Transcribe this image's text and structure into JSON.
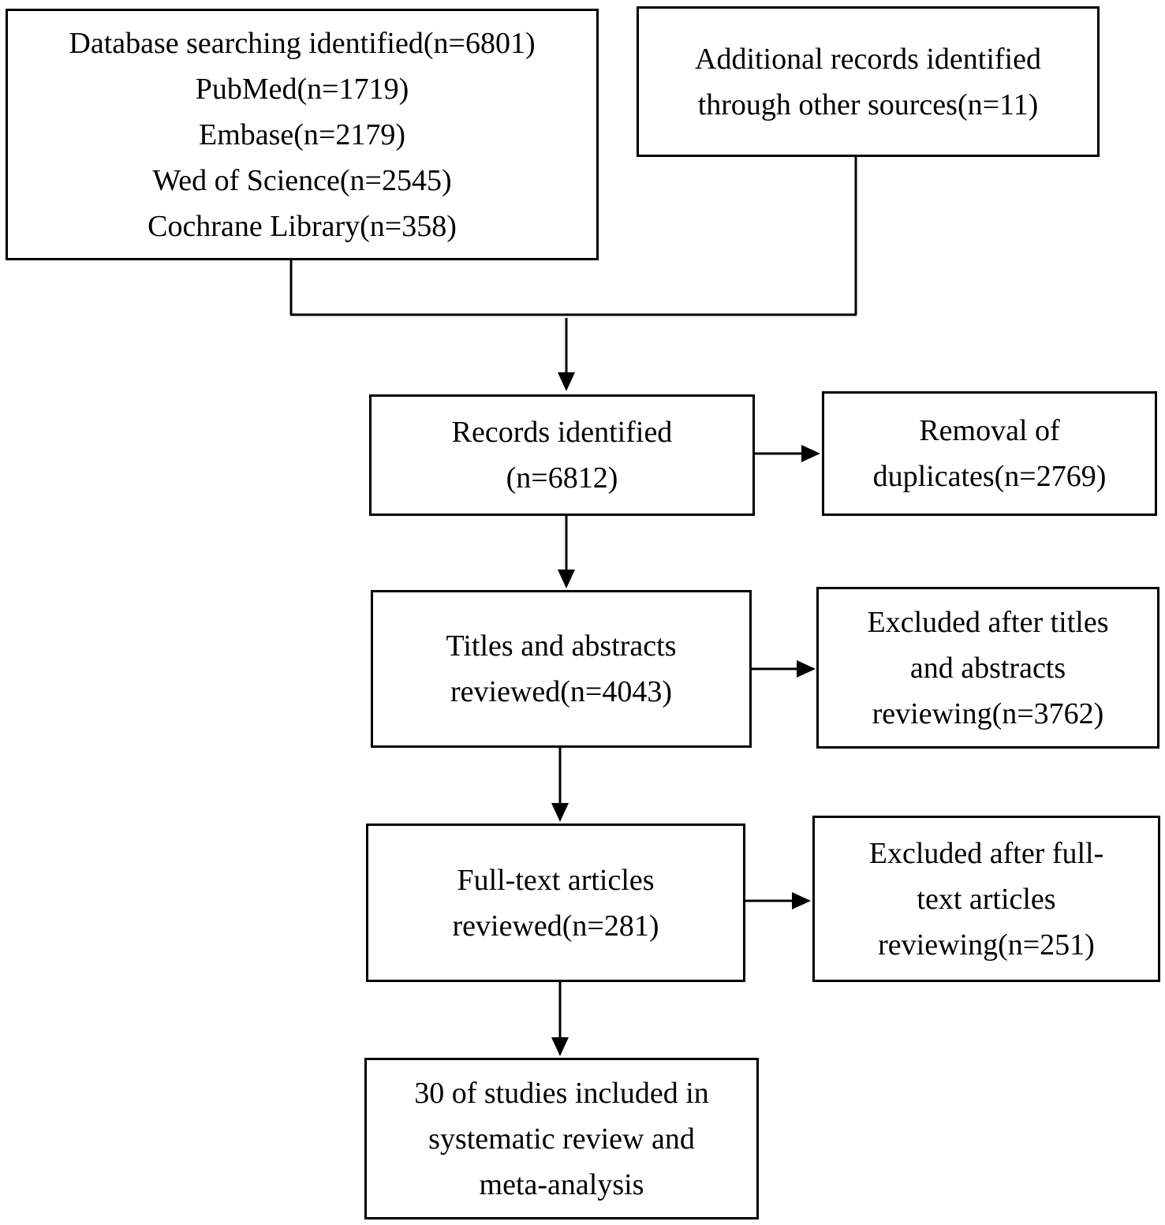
{
  "boxes": {
    "database": {
      "lines": [
        "Database searching identified(n=6801)",
        "PubMed(n=1719)",
        "Embase(n=2179)",
        "Wed of Science(n=2545)",
        "Cochrane Library(n=358)"
      ]
    },
    "additional": {
      "lines": [
        "Additional records identified",
        "through other sources(n=11)"
      ]
    },
    "records": {
      "lines": [
        "Records identified",
        "(n=6812)"
      ]
    },
    "duplicates": {
      "lines": [
        "Removal of",
        "duplicates(n=2769)"
      ]
    },
    "titles": {
      "lines": [
        "Titles and abstracts",
        "reviewed(n=4043)"
      ]
    },
    "excluded_titles": {
      "lines": [
        "Excluded after titles",
        "and abstracts",
        "reviewing(n=3762)"
      ]
    },
    "fulltext": {
      "lines": [
        "Full-text articles",
        "reviewed(n=281)"
      ]
    },
    "excluded_fulltext": {
      "lines": [
        "Excluded after full-",
        "text articles",
        "reviewing(n=251)"
      ]
    },
    "included": {
      "lines": [
        "30 of studies included in",
        "systematic review and",
        "meta-analysis"
      ]
    }
  }
}
